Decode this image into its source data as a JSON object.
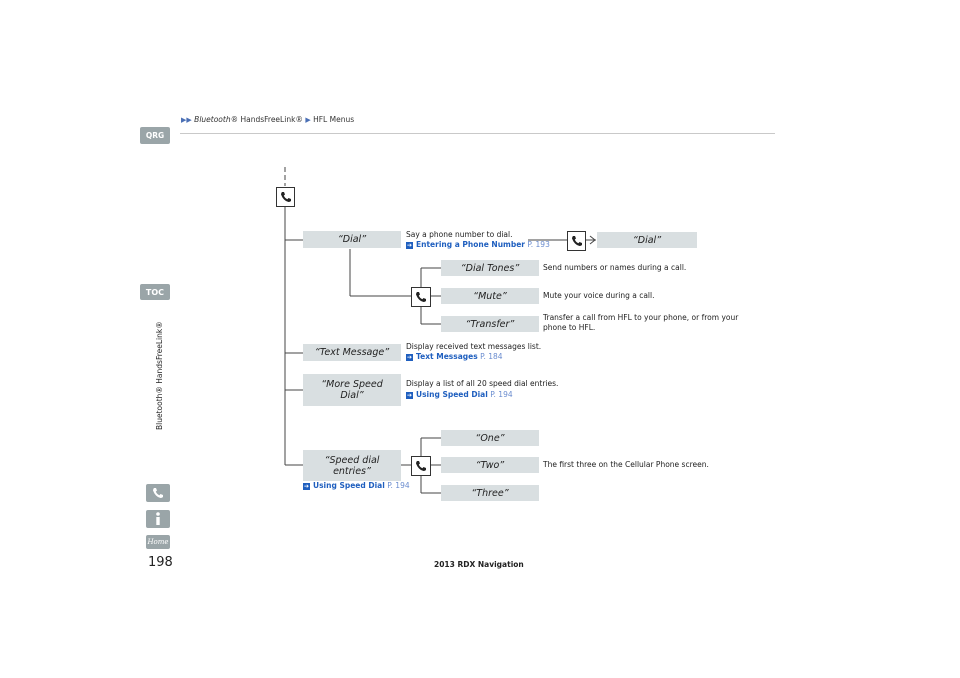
{
  "header": {
    "breadcrumb_1": "Bluetooth",
    "breadcrumb_1_suffix": "® HandsFreeLink®",
    "breadcrumb_2": "HFL Menus"
  },
  "side_tabs": {
    "qrg": "QRG",
    "toc": "TOC",
    "section_title": "Bluetooth® HandsFreeLink®"
  },
  "bottom_icons": [
    "phone-icon",
    "info-icon",
    "home-icon"
  ],
  "page_number": "198",
  "footer": "2013 RDX Navigation",
  "menu": {
    "dial": {
      "label": "“Dial”",
      "desc": "Say a phone number to dial.",
      "ref_title": "Entering a Phone Number",
      "ref_page": "P. 193",
      "result": "“Dial”",
      "sub": [
        {
          "label": "“Dial Tones”",
          "desc": "Send numbers or names during a call."
        },
        {
          "label": "“Mute”",
          "desc": "Mute your voice during a call."
        },
        {
          "label": "“Transfer”",
          "desc": "Transfer a call from HFL to your phone, or from your",
          "desc2": "phone to HFL."
        }
      ]
    },
    "text_message": {
      "label": "“Text Message”",
      "desc": "Display received text messages list.",
      "ref_title": "Text Messages",
      "ref_page": "P. 184"
    },
    "more_speed_dial": {
      "label_1": "“More Speed",
      "label_2": "Dial”",
      "desc": "Display a list of all 20 speed dial entries.",
      "ref_title": "Using Speed Dial",
      "ref_page": "P. 194"
    },
    "speed_dial_entries": {
      "label_1": "“Speed dial",
      "label_2": "entries”",
      "ref_title": "Using Speed Dial",
      "ref_page": "P. 194",
      "sub": [
        "“One”",
        "“Two”",
        "“Three”"
      ],
      "desc": "The first three on the Cellular Phone screen."
    }
  },
  "colors": {
    "command_bg": "#d9dfe1",
    "tab_bg": "#9aa5a8",
    "link": "#1f5fbf"
  }
}
